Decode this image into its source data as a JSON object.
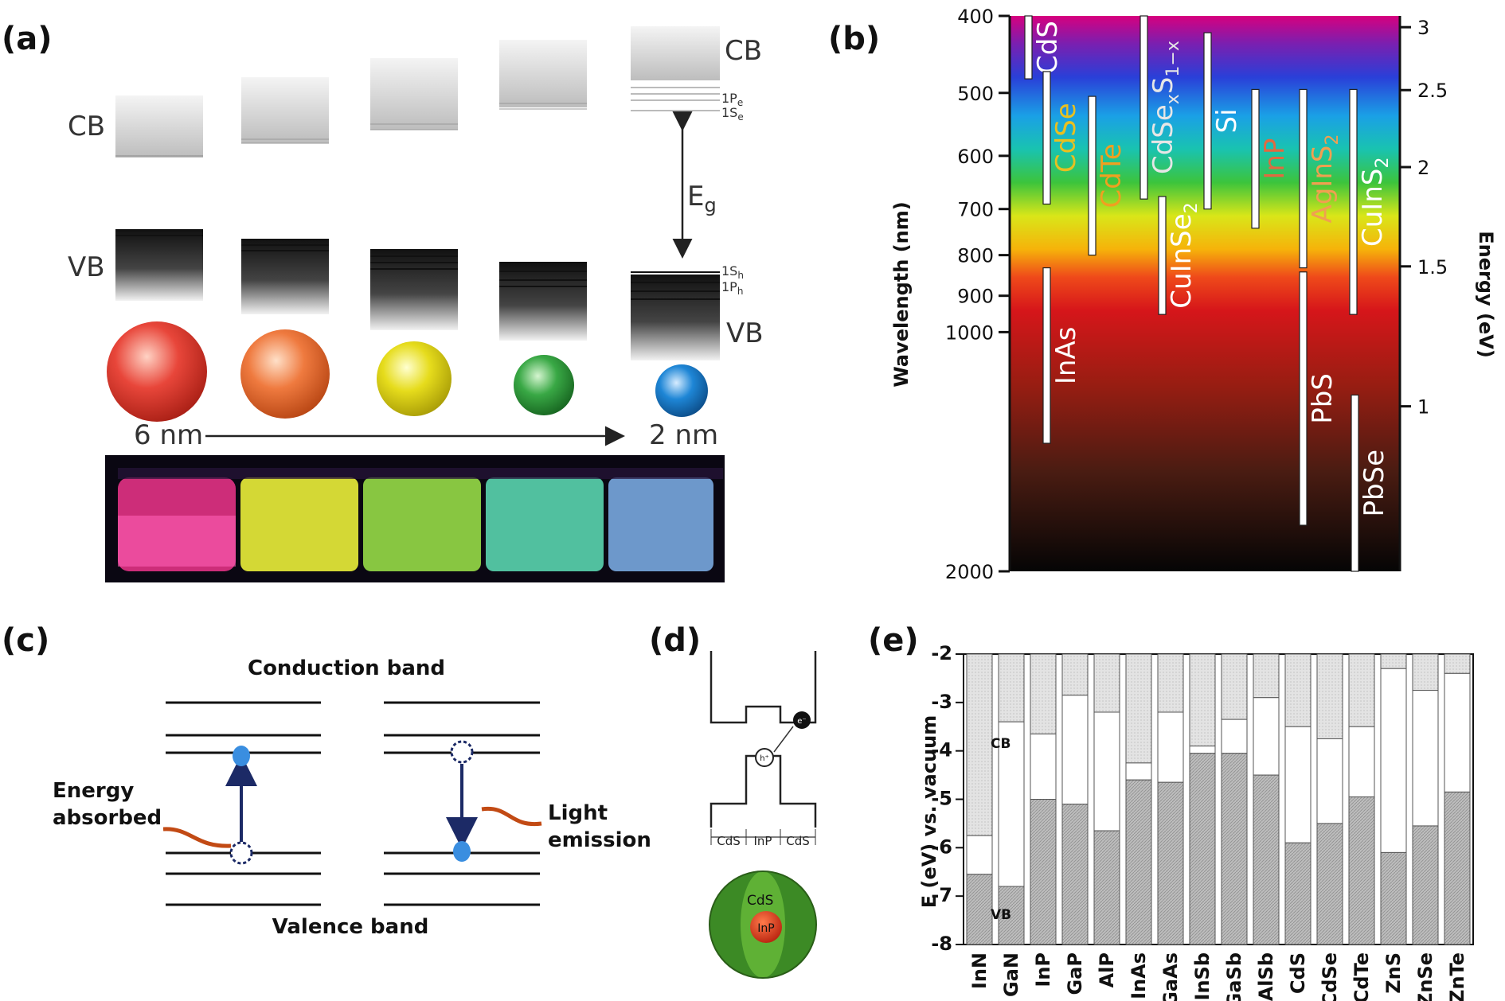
{
  "panels": {
    "a": {
      "label": "(a)",
      "cb": "CB",
      "vb": "VB",
      "cb_right": "CB",
      "vb_right": "VB",
      "eg": "E",
      "eg_sub": "g",
      "levels": [
        {
          "t": "1P",
          "s": "e"
        },
        {
          "t": "1S",
          "s": "e"
        },
        {
          "t": "1S",
          "s": "h"
        },
        {
          "t": "1P",
          "s": "h"
        }
      ],
      "size_large": "6 nm",
      "size_small": "2 nm",
      "dot_colors": [
        "#e8463a",
        "#ef7a3f",
        "#e6dc1c",
        "#39a845",
        "#1e86d6"
      ],
      "vial_colors": [
        "#f0348c",
        "#eaf03a",
        "#9fe84a",
        "#5ee0b8",
        "#7fb2ec"
      ]
    },
    "b": {
      "label": "(b)",
      "ylabel": "Wavelength (nm)",
      "y2label": "Energy (eV)",
      "wavelength_ticks": [
        "400",
        "500",
        "600",
        "700",
        "800",
        "900",
        "1000",
        "2000"
      ],
      "energy_ticks": [
        "3",
        "2.5",
        "2",
        "1.5",
        "1"
      ],
      "materials": [
        {
          "main": "CdS",
          "sub": "",
          "lo": 400,
          "hi": 480
        },
        {
          "main": "CdSe",
          "sub": "",
          "lo": 470,
          "hi": 690
        },
        {
          "main": "InAs",
          "sub": "",
          "lo": 830,
          "hi": 1380
        },
        {
          "main": "CdTe",
          "sub": "",
          "lo": 505,
          "hi": 800
        },
        {
          "main": "CdSe",
          "sub": "x",
          "tail": "S",
          "sub2": "1−x",
          "lo": 400,
          "hi": 680
        },
        {
          "main": "CuInSe",
          "sub": "2",
          "lo": 675,
          "hi": 950
        },
        {
          "main": "Si",
          "sub": "",
          "lo": 420,
          "hi": 700
        },
        {
          "main": "InP",
          "sub": "",
          "lo": 495,
          "hi": 740
        },
        {
          "main": "AgInS",
          "sub": "2",
          "lo": 495,
          "hi": 830
        },
        {
          "main": "PbS",
          "sub": "",
          "lo": 840,
          "hi": 1750
        },
        {
          "main": "CuInS",
          "sub": "2",
          "lo": 495,
          "hi": 950
        },
        {
          "main": "PbSe",
          "sub": "",
          "lo": 1200,
          "hi": 2000
        }
      ]
    },
    "c": {
      "label": "(c)",
      "top": "Conduction band",
      "bottom": "Valence band",
      "left_line1": "Energy",
      "left_line2": "absorbed",
      "right_line1": "Light",
      "right_line2": "emission"
    },
    "d": {
      "label": "(d)",
      "electron": "e⁻",
      "hole": "h⁺",
      "regions": [
        "CdS",
        "InP",
        "CdS"
      ],
      "shell": "CdS",
      "core": "InP"
    },
    "e": {
      "label": "(e)",
      "ylabel": "E (eV) vs. vacuum",
      "yticks": [
        "-2",
        "-3",
        "-4",
        "-5",
        "-6",
        "-7",
        "-8"
      ],
      "cb_tag": "CB",
      "vb_tag": "VB"
    }
  },
  "chart_data": {
    "type": "bar",
    "title": "",
    "xlabel": "",
    "ylabel": "E (eV) vs. vacuum",
    "ylim": [
      -8,
      -2
    ],
    "categories": [
      "InN",
      "GaN",
      "InP",
      "GaP",
      "AlP",
      "InAs",
      "GaAs",
      "InSb",
      "GaSb",
      "AlSb",
      "CdS",
      "CdSe",
      "CdTe",
      "ZnS",
      "ZnSe",
      "ZnTe"
    ],
    "series": [
      {
        "name": "CB",
        "values": [
          -5.75,
          -3.4,
          -3.65,
          -2.85,
          -3.2,
          -4.25,
          -3.2,
          -3.9,
          -3.35,
          -2.9,
          -3.5,
          -3.75,
          -3.5,
          -2.3,
          -2.75,
          -2.4
        ]
      },
      {
        "name": "VB",
        "values": [
          -6.55,
          -6.8,
          -5.0,
          -5.1,
          -5.65,
          -4.6,
          -4.65,
          -4.05,
          -4.05,
          -4.5,
          -5.9,
          -5.5,
          -4.95,
          -6.1,
          -5.55,
          -4.85
        ]
      }
    ],
    "grid": false
  }
}
